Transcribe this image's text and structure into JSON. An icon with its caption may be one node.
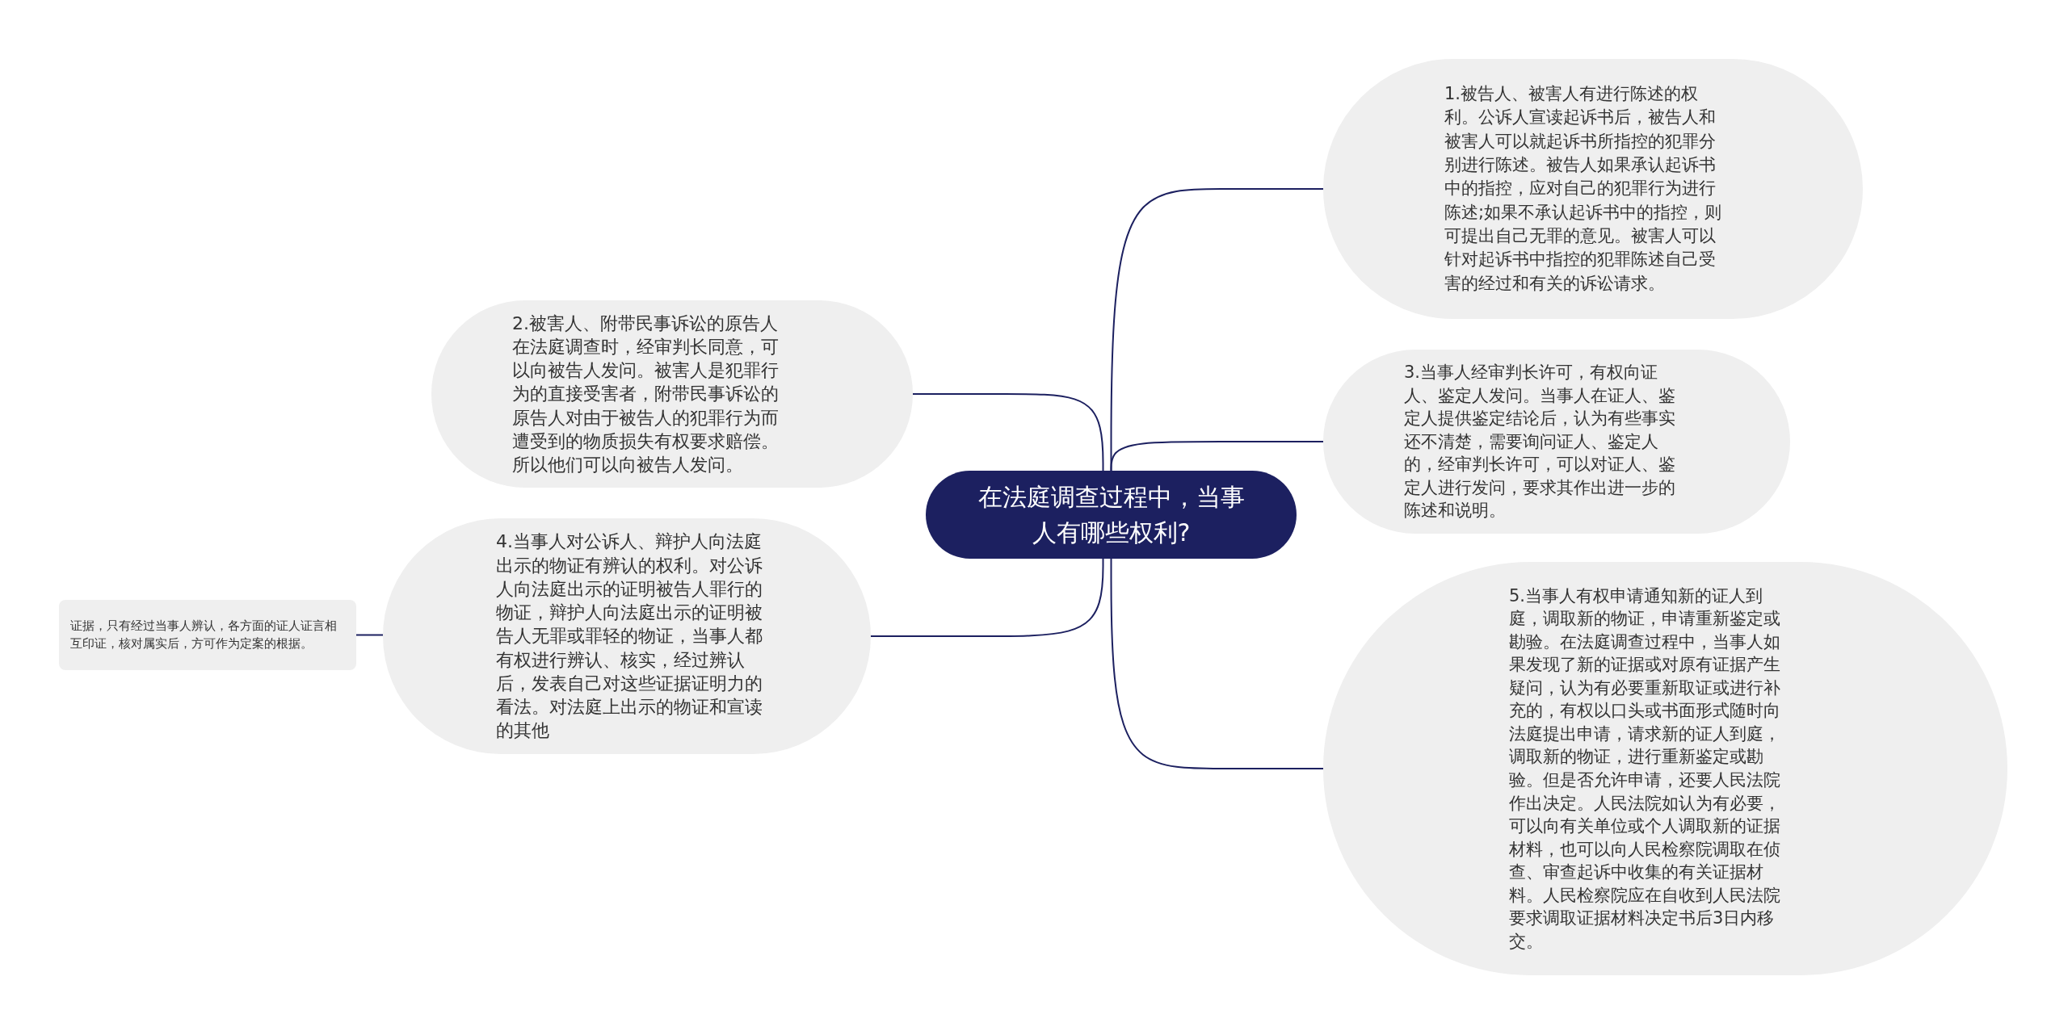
{
  "diagram": {
    "nodes": [
      {
        "text": [
          "在法庭调查过程中，当事人有哪些权利?"
        ]
      },
      {
        "text": [
          "1.被告人、被害人有进行陈述的权利。公诉人宣读起诉书后，被告人和被害人可以就起诉书所指控的犯罪分别进行陈述。被告人如果承认起诉书中的指控，应对自己的犯罪行为进行陈述;如果不承认起诉书中的指控，则可提出自己无罪的意见。被害人可以针对起诉书中指控的犯罪陈述自己受害的经过和有关的诉讼请求。"
        ]
      },
      {
        "text": [
          "2.被害人、附带民事诉讼的原告人在法庭调查时，经审判长同意，可以向被告人发问。被害人是犯罪行为的直接受害者，附带民事诉讼的原告人对由于被告人的犯罪行为而遭受到的物质损失有权要求赔偿。所以他们可以向被告人发问。"
        ]
      },
      {
        "text": [
          "3.当事人经审判长许可，有权向证人、鉴定人发问。当事人在证人、鉴定人提供鉴定结论后，认为有些事实还不清楚，需要询问证人、鉴定人的，经审判长许可，可以对证人、鉴定人进行发问，要求其作出进一步的陈述和说明。"
        ]
      },
      {
        "text": [
          "4.当事人对公诉人、辩护人向法庭出示的物证有辨认的权利。对公诉人向法庭出示的证明被告人罪行的物证，辩护人向法庭出示的证明被告人无罪或罪轻的物证，当事人都有权进行辨认、核实，经过辨认后，发表自己对这些证据证明力的看法。对法庭上出示的物证和宣读的其他"
        ]
      },
      {
        "text": [
          "5.当事人有权申请通知新的证人到庭，调取新的物证，申请重新鉴定或勘验。在法庭调查过程中，当事人如果发现了新的证据或对原有证据产生疑问，认为有必要重新取证或进行补充的，有权以口头或书面形式随时向法庭提出申请，请求新的证人到庭，调取新的物证，进行重新鉴定或勘验。但是否允许申请，还要人民法院作出决定。人民法院如认为有必要，可以向有关单位或个人调取新的证据材料，也可以向人民检察院调取在侦查、审查起诉中收集的有关证据材料。人民检察院应在自收到人民法院要求调取证据材料决定书后3日内移交。"
        ]
      },
      {
        "text": [
          "证据，只有经过当事人辨认，各方面的证人证言相互印证，核对属实后，方可作为定案的根据。"
        ]
      }
    ],
    "edges": [
      {
        "from": 0,
        "to": 1,
        "arrow": "none"
      },
      {
        "from": 0,
        "to": 2,
        "arrow": "none"
      },
      {
        "from": 0,
        "to": 3,
        "arrow": "none"
      },
      {
        "from": 0,
        "to": 4,
        "arrow": "none"
      },
      {
        "from": 0,
        "to": 5,
        "arrow": "none"
      },
      {
        "from": 4,
        "to": 6,
        "arrow": "none"
      }
    ]
  }
}
